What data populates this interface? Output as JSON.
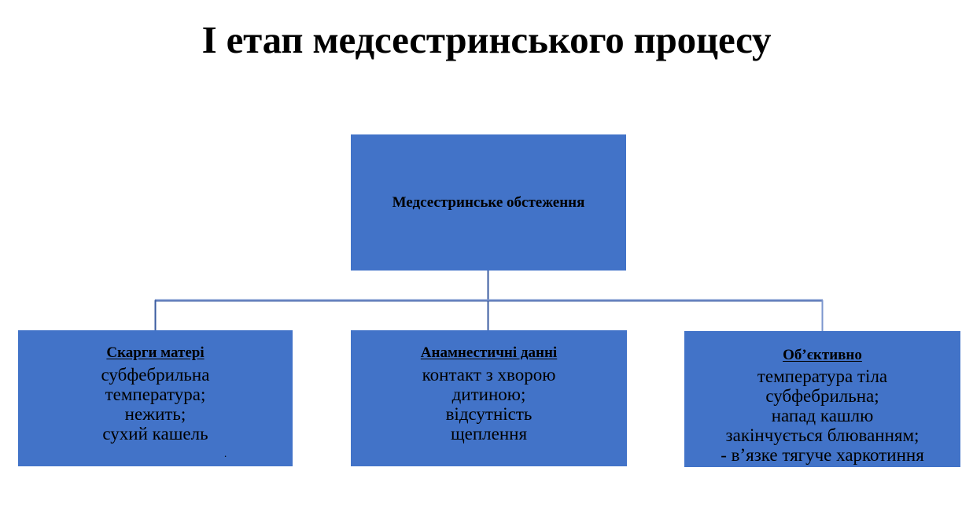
{
  "slide": {
    "title": "І етап медсестринського процесу",
    "background_color": "#FFFFFF",
    "box_color": "#4273C8",
    "connector_color": "#3B5CA0",
    "text_color": "#000000"
  },
  "diagram": {
    "type": "org-chart",
    "root": {
      "id": "nursing-examination",
      "heading": "Медсестринське обстеження",
      "body": ""
    },
    "children": [
      {
        "id": "mother-complaints",
        "heading": "Скарги матері",
        "body": "субфебрильна\nтемператуpa;\nнежить;\nсухий кашель",
        "body_lines": [
          "субфебрильна",
          "температура;",
          "нежить;",
          "сухий кашель"
        ],
        "trailing_mark": "."
      },
      {
        "id": "anamnestic-data",
        "heading": "Анамнестичні данні",
        "body": "контакт з хворою\nдитиною;\nвідсутність\nщеплення",
        "body_lines": [
          "контакт з хворою",
          "дитиною;",
          "відсутність",
          "щеплення"
        ],
        "trailing_mark": ""
      },
      {
        "id": "objective-findings",
        "heading": "Об’єктивно",
        "body": "температура тіла\nсубфебрильна;\nнапад кашлю\nзакінчується блюванням;\n- в’язке тягуче  харкотиння",
        "body_lines": [
          "температура тіла",
          "субфебрильна;",
          "напад кашлю",
          "закінчується блюванням;",
          "- в’язке тягуче  харкотиння"
        ],
        "trailing_mark": ""
      }
    ]
  }
}
